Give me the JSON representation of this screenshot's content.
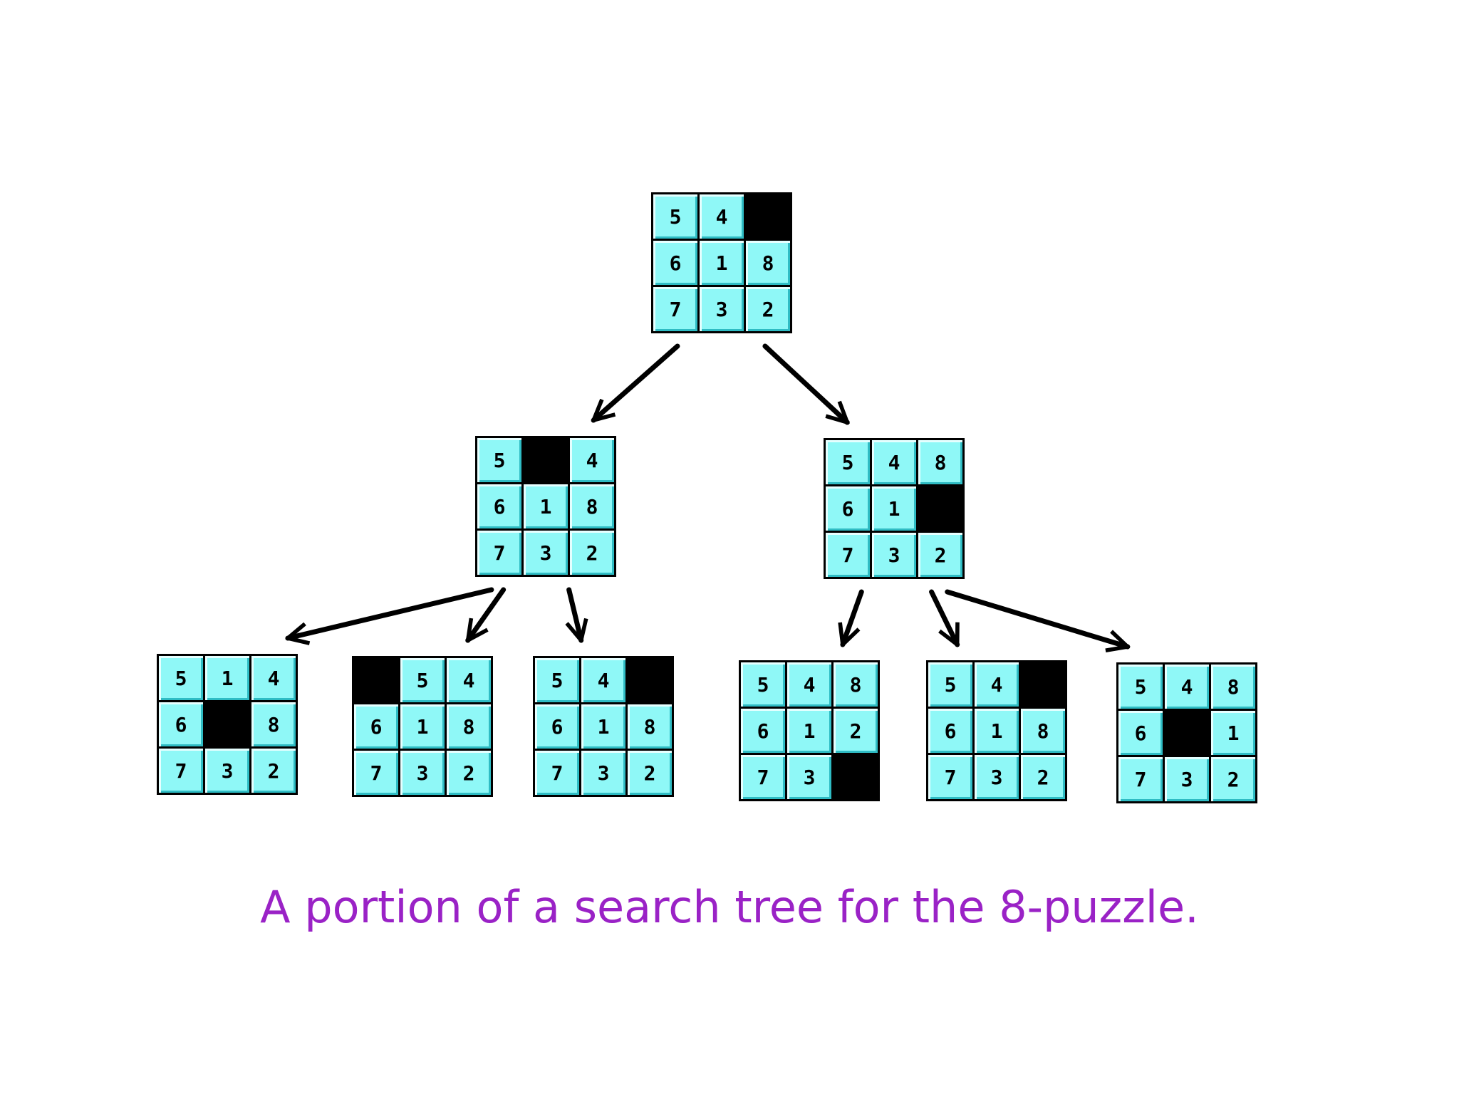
{
  "caption": "A portion of a search tree for the 8-puzzle.",
  "tile_color": "#8ff8f7",
  "blank_color": "#000000",
  "caption_color": "#9a22c6",
  "nodes": {
    "root": [
      "5",
      "4",
      "",
      "6",
      "1",
      "8",
      "7",
      "3",
      "2"
    ],
    "left": [
      "5",
      "",
      "4",
      "6",
      "1",
      "8",
      "7",
      "3",
      "2"
    ],
    "right": [
      "5",
      "4",
      "8",
      "6",
      "1",
      "",
      "7",
      "3",
      "2"
    ],
    "ll": [
      "5",
      "1",
      "4",
      "6",
      "",
      "8",
      "7",
      "3",
      "2"
    ],
    "lm": [
      "",
      "5",
      "4",
      "6",
      "1",
      "8",
      "7",
      "3",
      "2"
    ],
    "lr": [
      "5",
      "4",
      "",
      "6",
      "1",
      "8",
      "7",
      "3",
      "2"
    ],
    "rl": [
      "5",
      "4",
      "8",
      "6",
      "1",
      "2",
      "7",
      "3",
      ""
    ],
    "rm": [
      "5",
      "4",
      "",
      "6",
      "1",
      "8",
      "7",
      "3",
      "2"
    ],
    "rr": [
      "5",
      "4",
      "8",
      "6",
      "",
      "1",
      "7",
      "3",
      "2"
    ]
  },
  "edges": [
    {
      "from": "root",
      "to": "left"
    },
    {
      "from": "root",
      "to": "right"
    },
    {
      "from": "left",
      "to": "ll"
    },
    {
      "from": "left",
      "to": "lm"
    },
    {
      "from": "left",
      "to": "lr"
    },
    {
      "from": "right",
      "to": "rl"
    },
    {
      "from": "right",
      "to": "rm"
    },
    {
      "from": "right",
      "to": "rr"
    }
  ]
}
